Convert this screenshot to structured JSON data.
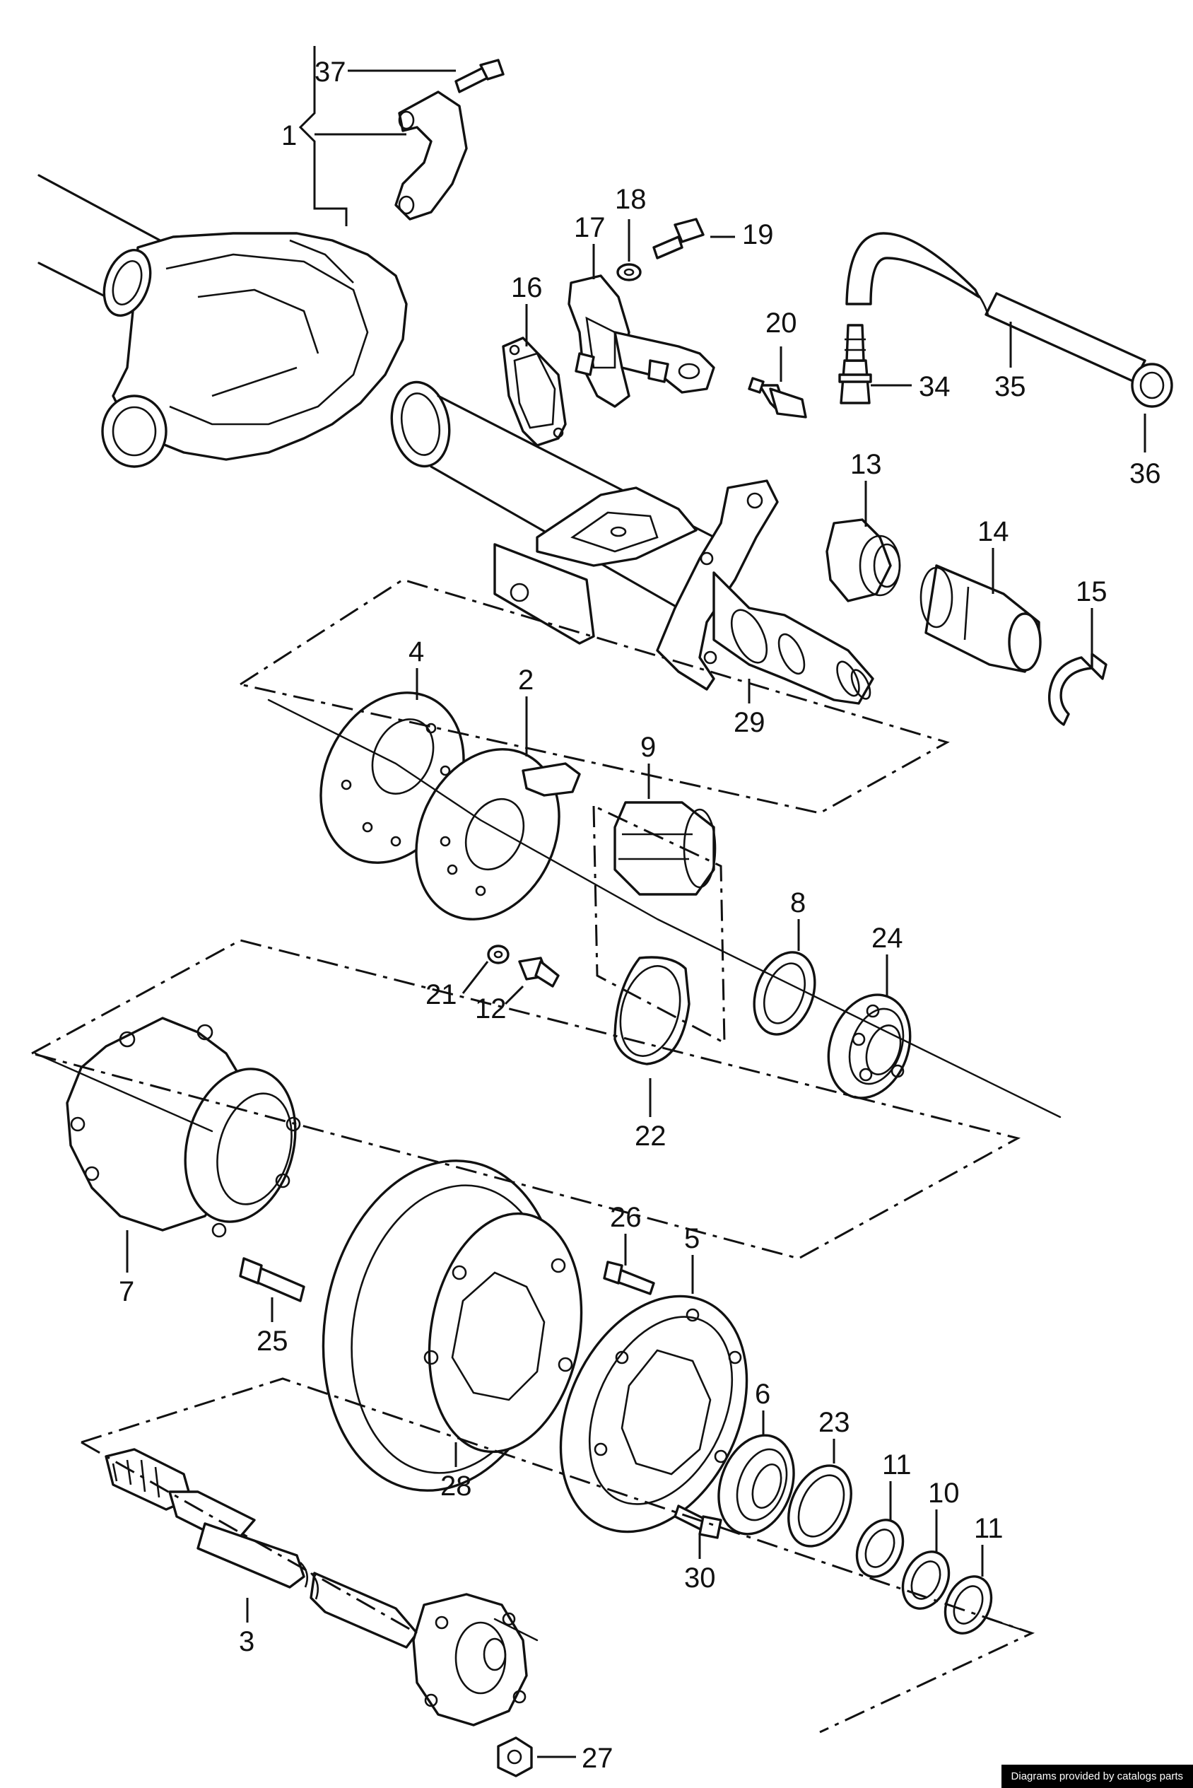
{
  "diagram": {
    "callouts": [
      {
        "id": "p37",
        "label": "37"
      },
      {
        "id": "p1",
        "label": "1"
      },
      {
        "id": "p18",
        "label": "18"
      },
      {
        "id": "p17",
        "label": "17"
      },
      {
        "id": "p19",
        "label": "19"
      },
      {
        "id": "p16",
        "label": "16"
      },
      {
        "id": "p20",
        "label": "20"
      },
      {
        "id": "p34",
        "label": "34"
      },
      {
        "id": "p35",
        "label": "35"
      },
      {
        "id": "p36",
        "label": "36"
      },
      {
        "id": "p13",
        "label": "13"
      },
      {
        "id": "p14",
        "label": "14"
      },
      {
        "id": "p15",
        "label": "15"
      },
      {
        "id": "p4",
        "label": "4"
      },
      {
        "id": "p2",
        "label": "2"
      },
      {
        "id": "p9",
        "label": "9"
      },
      {
        "id": "p29",
        "label": "29"
      },
      {
        "id": "p8",
        "label": "8"
      },
      {
        "id": "p24",
        "label": "24"
      },
      {
        "id": "p21",
        "label": "21"
      },
      {
        "id": "p12",
        "label": "12"
      },
      {
        "id": "p22",
        "label": "22"
      },
      {
        "id": "p7",
        "label": "7"
      },
      {
        "id": "p25",
        "label": "25"
      },
      {
        "id": "p26",
        "label": "26"
      },
      {
        "id": "p5",
        "label": "5"
      },
      {
        "id": "p28",
        "label": "28"
      },
      {
        "id": "p6",
        "label": "6"
      },
      {
        "id": "p23",
        "label": "23"
      },
      {
        "id": "p11a",
        "label": "11"
      },
      {
        "id": "p10",
        "label": "10"
      },
      {
        "id": "p11b",
        "label": "11"
      },
      {
        "id": "p30",
        "label": "30"
      },
      {
        "id": "p3",
        "label": "3"
      },
      {
        "id": "p27",
        "label": "27"
      }
    ]
  },
  "watermark": "Diagrams provided by catalogs parts"
}
